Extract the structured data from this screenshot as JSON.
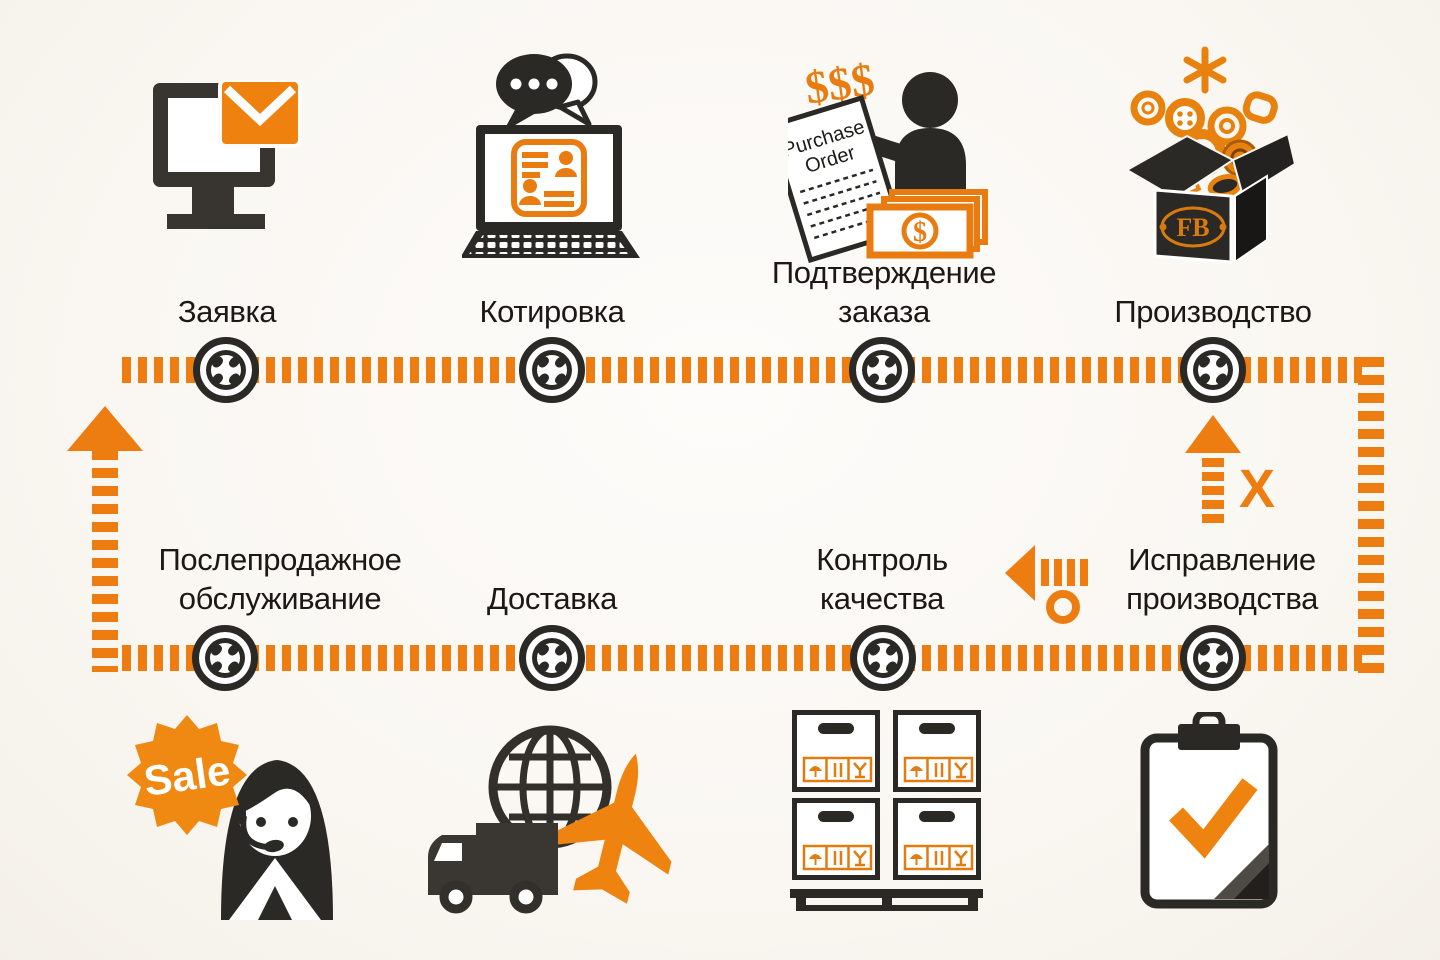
{
  "colors": {
    "orange": "#ed7d11",
    "dark": "#2b2926",
    "text": "#1b1816",
    "background": "#faf7f2"
  },
  "flow": {
    "top": [
      {
        "label": "Заявка",
        "icon": "monitor-envelope-icon"
      },
      {
        "label": "Котировка",
        "icon": "laptop-chat-icon"
      },
      {
        "label": "Подтверждение заказа",
        "icon": "purchase-order-icon"
      },
      {
        "label": "Производство",
        "icon": "production-box-icon"
      }
    ],
    "bottom": [
      {
        "label": "Послепродажное обслуживание",
        "icon": "sale-support-icon"
      },
      {
        "label": "Доставка",
        "icon": "global-shipping-icon"
      },
      {
        "label": "Контроль качества",
        "icon": "cargo-crates-icon"
      },
      {
        "label": "Исправление производства",
        "icon": "clipboard-check-icon"
      }
    ]
  },
  "artwork_text": {
    "dollars": "$$$",
    "po_line1": "Purchase",
    "po_line2": "Order",
    "box_logo": "FB",
    "sale_badge": "Sale",
    "fail_mark": "X"
  }
}
